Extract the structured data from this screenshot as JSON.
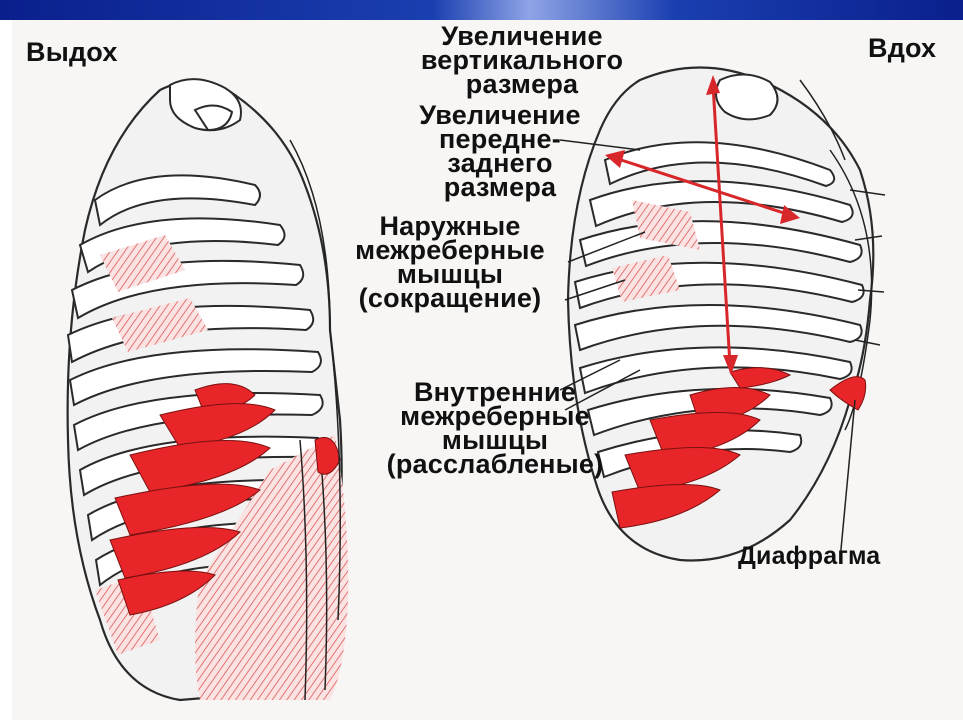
{
  "labels": {
    "exhale": "Выдох",
    "inhale": "Вдох",
    "vertical_size": [
      "Увеличение",
      "вертикального",
      "размера"
    ],
    "ap_size": [
      "Увеличение",
      "передне-",
      "заднего",
      "размера"
    ],
    "external_muscles": [
      "Наружные",
      "межреберные",
      "мышцы",
      "(сокращение)"
    ],
    "internal_muscles": [
      "Внутренние",
      "межреберные",
      "мышцы",
      "(расслабленые)"
    ],
    "diaphragm": "Диафрагма"
  },
  "colors": {
    "banner": "#0a1f8c",
    "muscle_red": "#e8262a",
    "arrow_red": "#d8272b",
    "hatch": "#d85a5a"
  }
}
